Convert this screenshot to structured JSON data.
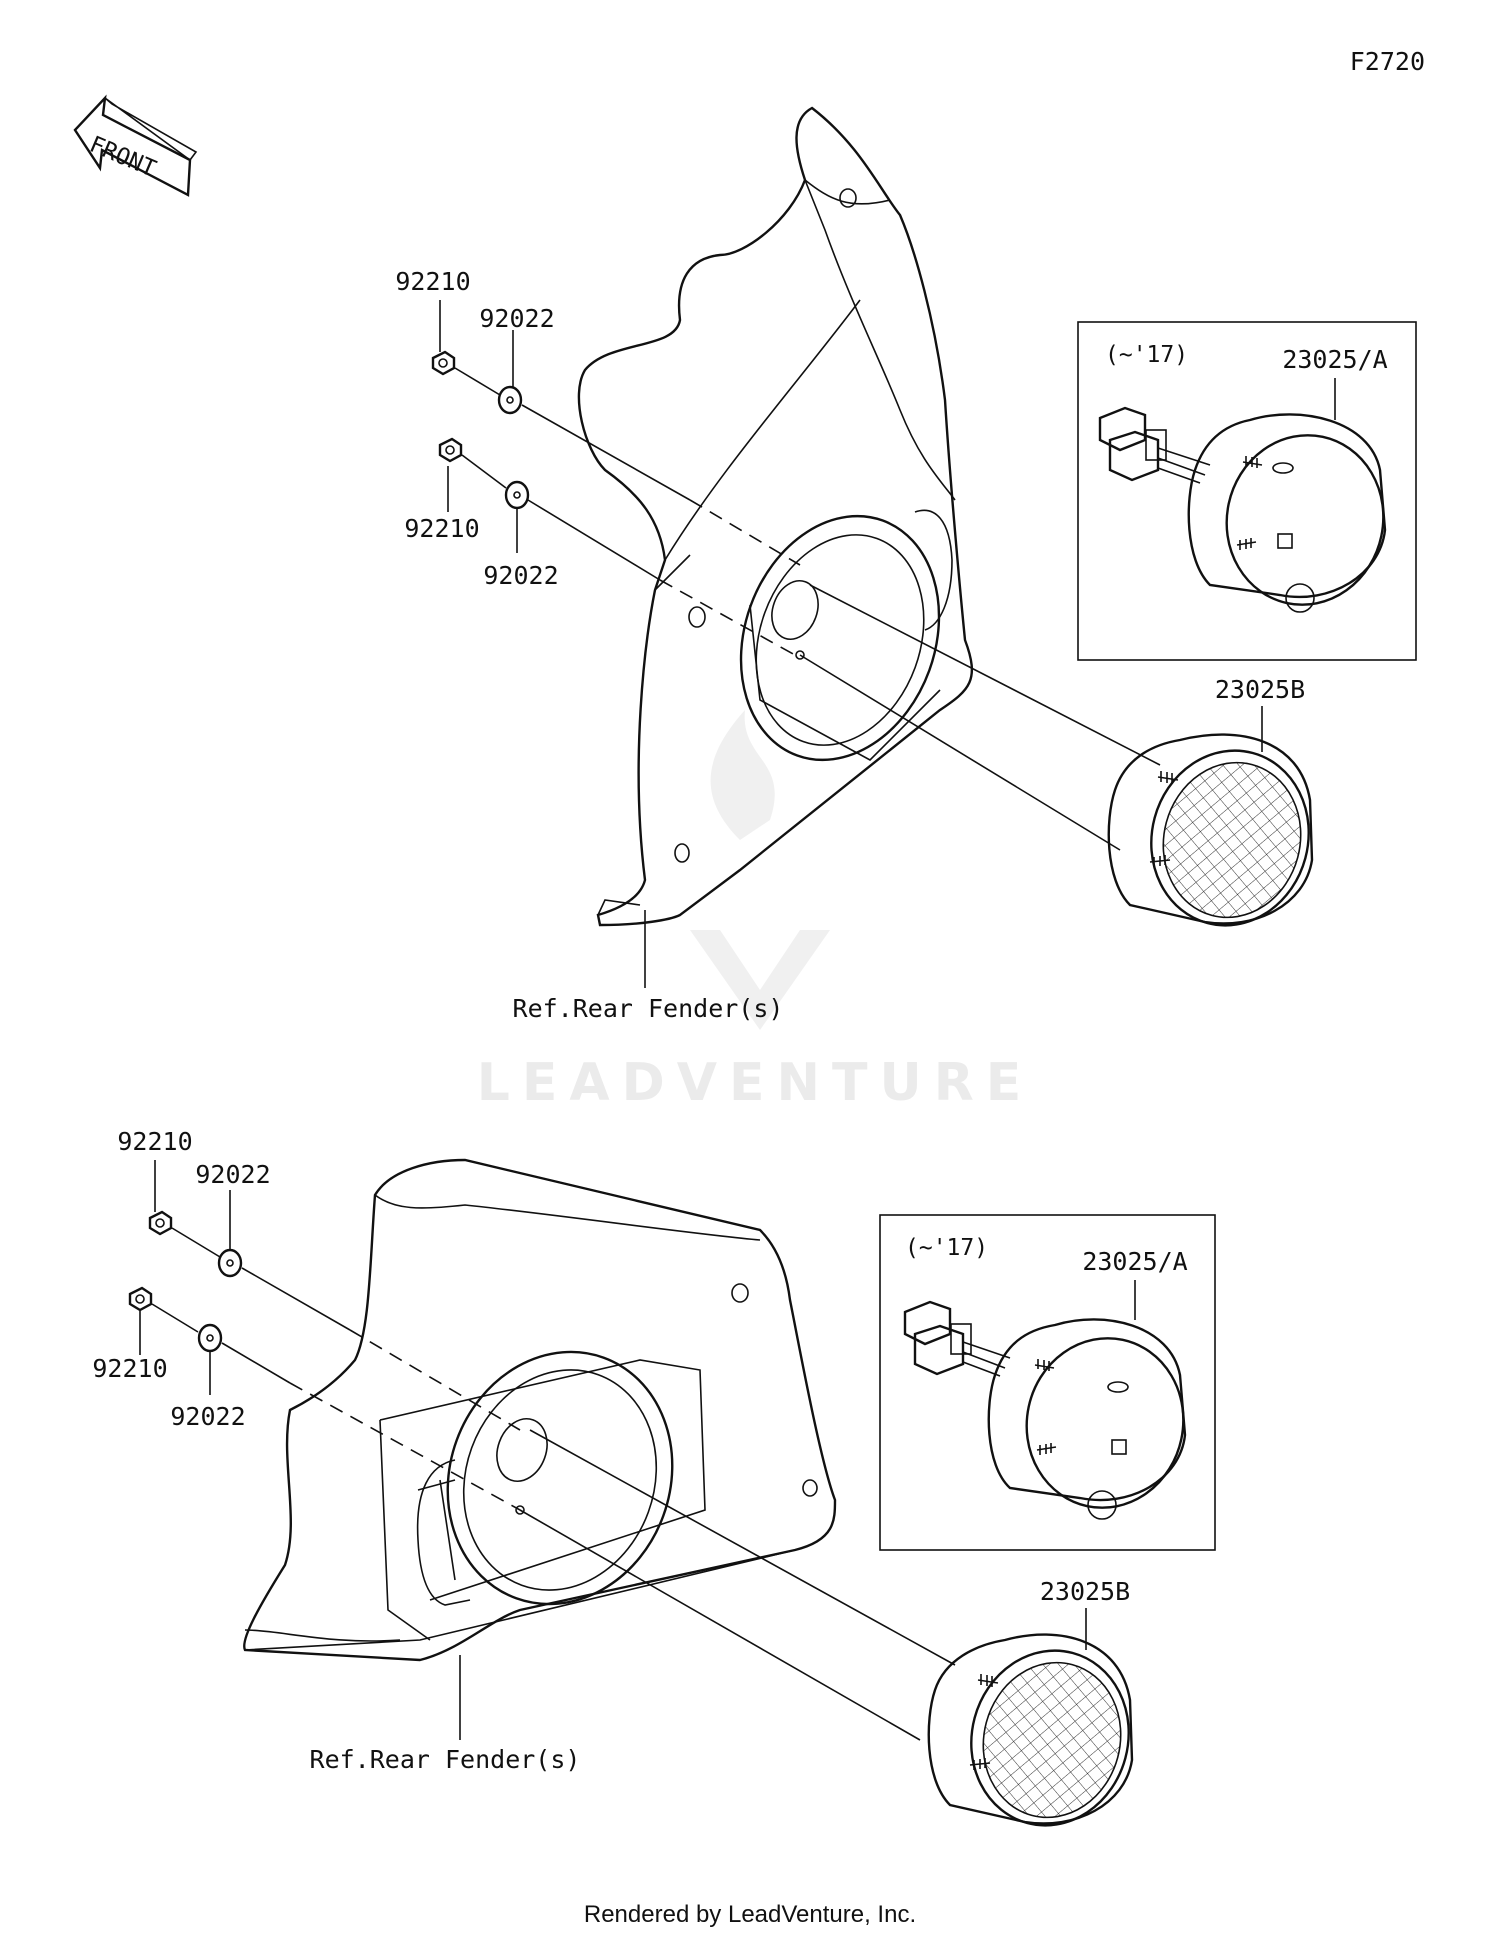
{
  "figure_code": "F2720",
  "front_label": "FRONT",
  "footer": "Rendered by LeadVenture, Inc.",
  "watermark": "LEADVENTURE",
  "top_assembly": {
    "nut_upper": "92210",
    "washer_upper": "92022",
    "nut_lower": "92210",
    "washer_lower": "92022",
    "inset_year": "(~'17)",
    "inset_part": "23025/A",
    "lamp_part": "23025B",
    "ref_label": "Ref.Rear Fender(s)"
  },
  "bottom_assembly": {
    "nut_upper": "92210",
    "washer_upper": "92022",
    "nut_lower": "92210",
    "washer_lower": "92022",
    "inset_year": "(~'17)",
    "inset_part": "23025/A",
    "lamp_part": "23025B",
    "ref_label": "Ref.Rear Fender(s)"
  }
}
